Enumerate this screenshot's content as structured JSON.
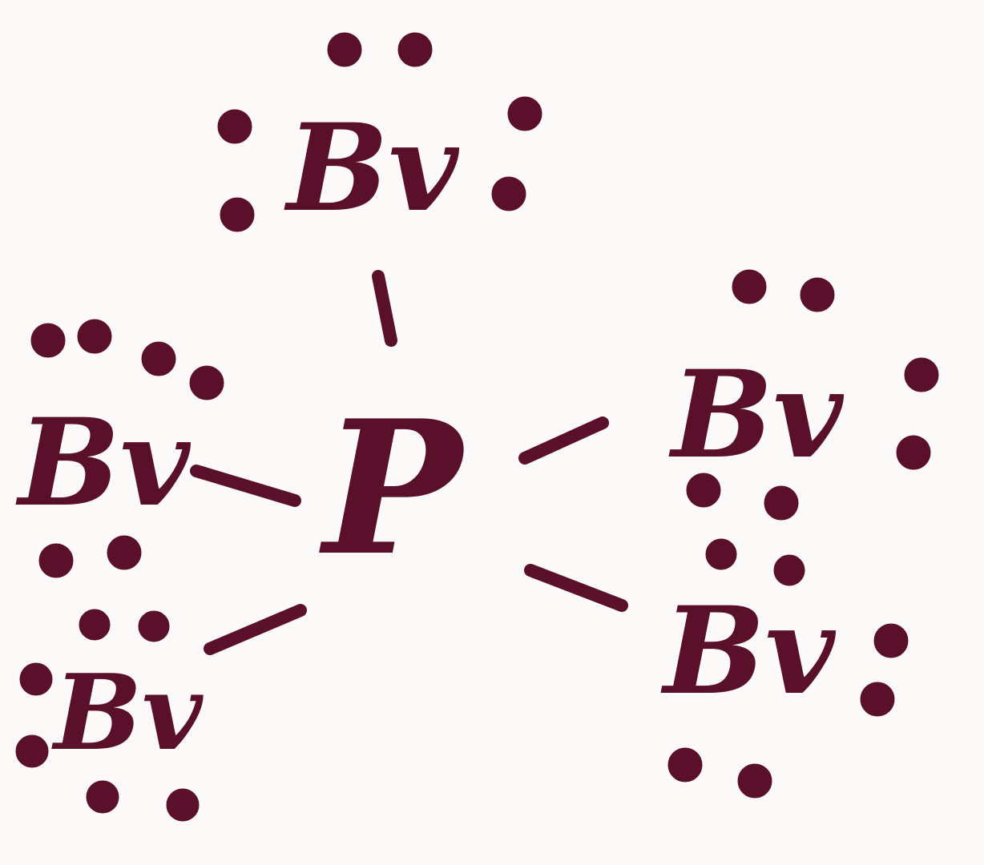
{
  "diagram": {
    "ink_color": "#5a0f2a",
    "paper_color": "#fbfaf8",
    "central_atom": {
      "symbol": "P"
    },
    "substituents": [
      {
        "symbol": "Bv",
        "lone_pairs": 3
      },
      {
        "symbol": "Bv",
        "lone_pairs": 3
      },
      {
        "symbol": "Bv",
        "lone_pairs": 3
      },
      {
        "symbol": "Bv",
        "lone_pairs": 3
      },
      {
        "symbol": "Bv",
        "lone_pairs": 3
      }
    ],
    "bond_count": 5
  }
}
